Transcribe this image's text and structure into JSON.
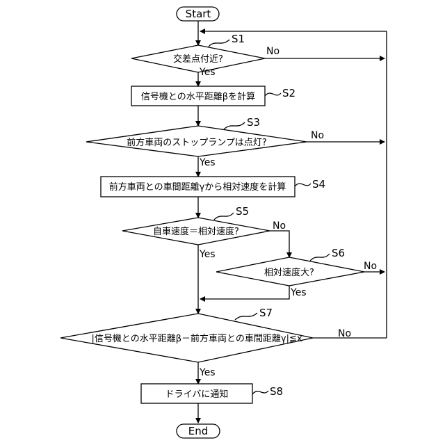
{
  "nodes": {
    "start": "Start",
    "s1": "交差点付近?",
    "s2": "信号機との水平距離βを計算",
    "s3": "前方車両のストップランプは点灯?",
    "s4": "前方車両との車間距離γから相対速度を計算",
    "s5": "自車速度＝相対速度?",
    "s6": "相対速度大?",
    "s7": "|信号機との水平距離β－前方車両との車間距離γ|≦x",
    "s8": "ドライバに通知",
    "end": "End"
  },
  "step_labels": {
    "s1": "S1",
    "s2": "S2",
    "s3": "S3",
    "s4": "S4",
    "s5": "S5",
    "s6": "S6",
    "s7": "S7",
    "s8": "S8"
  },
  "branch_labels": {
    "s1_yes": "Yes",
    "s1_no": "No",
    "s3_yes": "Yes",
    "s3_no": "No",
    "s5_yes": "Yes",
    "s5_no": "No",
    "s6_yes": "Yes",
    "s6_no": "No",
    "s7_yes": "Yes",
    "s7_no": "No"
  }
}
